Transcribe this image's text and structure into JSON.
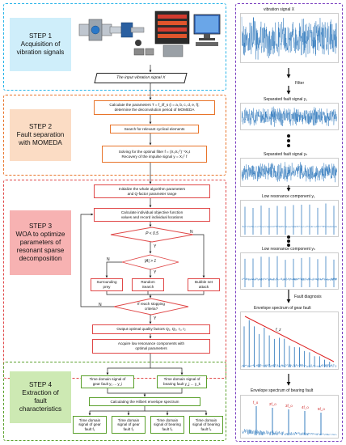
{
  "colors": {
    "step1": "#28b4e8",
    "step2": "#e8742a",
    "step3": "#e04848",
    "step4": "#5aa02c",
    "right_panel": "#7a3fc0",
    "signal": "#1f6fb8",
    "envelope_line": "#d22"
  },
  "steps": [
    {
      "label": "STEP 1\nAcquisition of\nvibration signals"
    },
    {
      "label": "STEP 2\nFault separation\nwith MOMEDA"
    },
    {
      "label": "STEP 3\nWOA to optimize\nparameters of\nresonant sparse\ndecomposition"
    },
    {
      "label": "STEP 4\nExtraction of\nfault\ncharacteristics"
    }
  ],
  "step1": {
    "device_icons": [
      "sensor-icon",
      "amplifier-icon",
      "daq-icon",
      "computer-icon"
    ],
    "input_signal": "The input vibration signal  X"
  },
  "step2": {
    "calc_params": "Calculate the parameters T = f_i/f_s (i = a, b, c, d, e, f);\ndetermine the deconvolution period of MOMEDA",
    "search": "Search for relevant cyclical elements",
    "solve": "Solving for the optimal filter  f = (X₀X₀ᵀ)⁻¹X₀t\nRecovery of the impulse signal  y = X₀ᵀ f"
  },
  "step3": {
    "init": "Initialize the whale algorithm parameters\nand Q-factor parameter range",
    "calc": "Calculate individual objective function\nvalues and record individual locations",
    "cond1": "P < 0.5",
    "cond2": "|A| > 1",
    "surround": "Surrounding\nprey",
    "random": "Random\nSearch",
    "bubble": "Bubble net\nattack",
    "stop": "If reach stopping\ncriteria?",
    "output": "Output optimal quality factors Q₁, Q₂, r₁, r₂",
    "acquire": "Acquire low resonance components with\noptimal parameters",
    "yes": "Y",
    "no": "N"
  },
  "step4": {
    "gear": "Time domain signal of\ngear fault y₁ ... y_i",
    "bearing": "Time domain signal of\nbearing fault y_j ... y_k",
    "hilbert": "Calculating the Hilbert envelope spectrum",
    "outputs": [
      "Time domain\nsignal of gear\nfault f₁",
      "Time domain\nsignal of gear\nfault f₂",
      "Time domain\nsignal of bearing\nfault f₃",
      "Time domain\nsignal of bearing\nfault f₄"
    ]
  },
  "right_panel": {
    "labels": {
      "vibration": "vibration signal  X",
      "filter": "Filter",
      "sep1": "Separated fault signal y₁",
      "sepn": "Separated fault signal yₙ",
      "low1": "Low resonance component y₁",
      "lown": "Low resonance component yₙ",
      "diag": "Fault diagnosis",
      "env_gear": "Envelope spectrum of gear fault",
      "env_bearing": "Envelope spectrum of bearing fault",
      "fz": "f_z",
      "bearing_peaks": [
        "f_o",
        "2f_o",
        "3f_o",
        "4f_o",
        "5f_o"
      ]
    }
  }
}
